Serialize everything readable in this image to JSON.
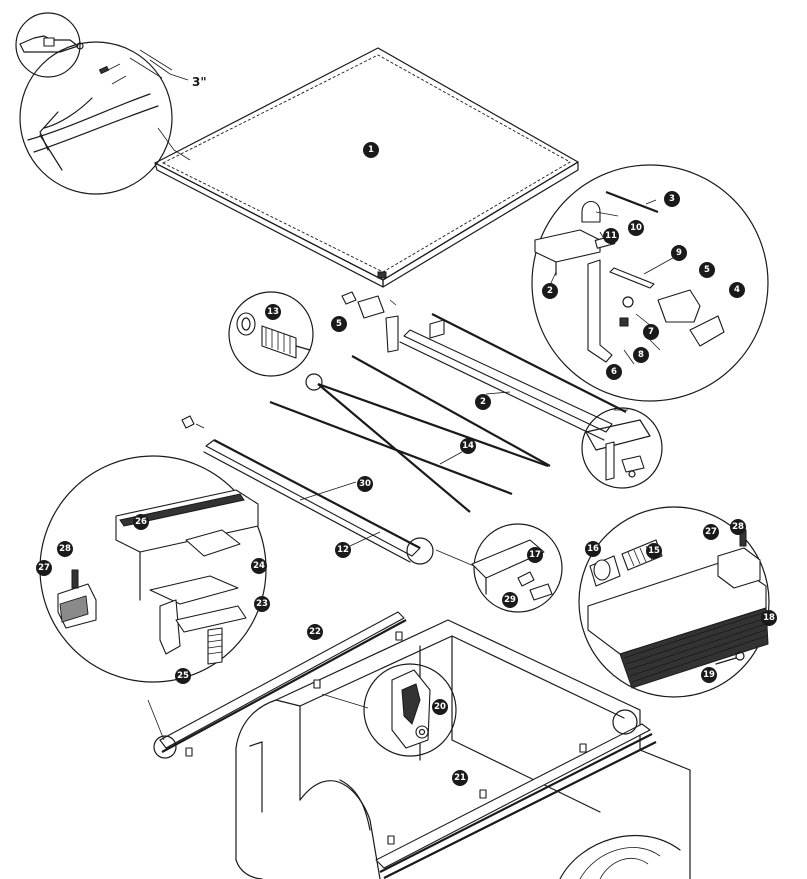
{
  "dimension_label": "3\"",
  "callouts": [
    {
      "id": "c1",
      "text": "1"
    },
    {
      "id": "c2a",
      "text": "2"
    },
    {
      "id": "c2b",
      "text": "2"
    },
    {
      "id": "c3",
      "text": "3"
    },
    {
      "id": "c4",
      "text": "4"
    },
    {
      "id": "c5a",
      "text": "5"
    },
    {
      "id": "c5b",
      "text": "5"
    },
    {
      "id": "c6",
      "text": "6"
    },
    {
      "id": "c7",
      "text": "7"
    },
    {
      "id": "c8",
      "text": "8"
    },
    {
      "id": "c9",
      "text": "9"
    },
    {
      "id": "c10",
      "text": "10"
    },
    {
      "id": "c11",
      "text": "11"
    },
    {
      "id": "c12",
      "text": "12"
    },
    {
      "id": "c13",
      "text": "13"
    },
    {
      "id": "c14",
      "text": "14"
    },
    {
      "id": "c15",
      "text": "15"
    },
    {
      "id": "c16",
      "text": "16"
    },
    {
      "id": "c17",
      "text": "17"
    },
    {
      "id": "c18",
      "text": "18"
    },
    {
      "id": "c19",
      "text": "19"
    },
    {
      "id": "c20",
      "text": "20"
    },
    {
      "id": "c21",
      "text": "21"
    },
    {
      "id": "c22",
      "text": "22"
    },
    {
      "id": "c23",
      "text": "23"
    },
    {
      "id": "c24",
      "text": "24"
    },
    {
      "id": "c25",
      "text": "25"
    },
    {
      "id": "c26",
      "text": "26"
    },
    {
      "id": "c27a",
      "text": "27"
    },
    {
      "id": "c27b",
      "text": "27"
    },
    {
      "id": "c28a",
      "text": "28"
    },
    {
      "id": "c28b",
      "text": "28"
    },
    {
      "id": "c29",
      "text": "29"
    },
    {
      "id": "c30",
      "text": "30"
    }
  ]
}
